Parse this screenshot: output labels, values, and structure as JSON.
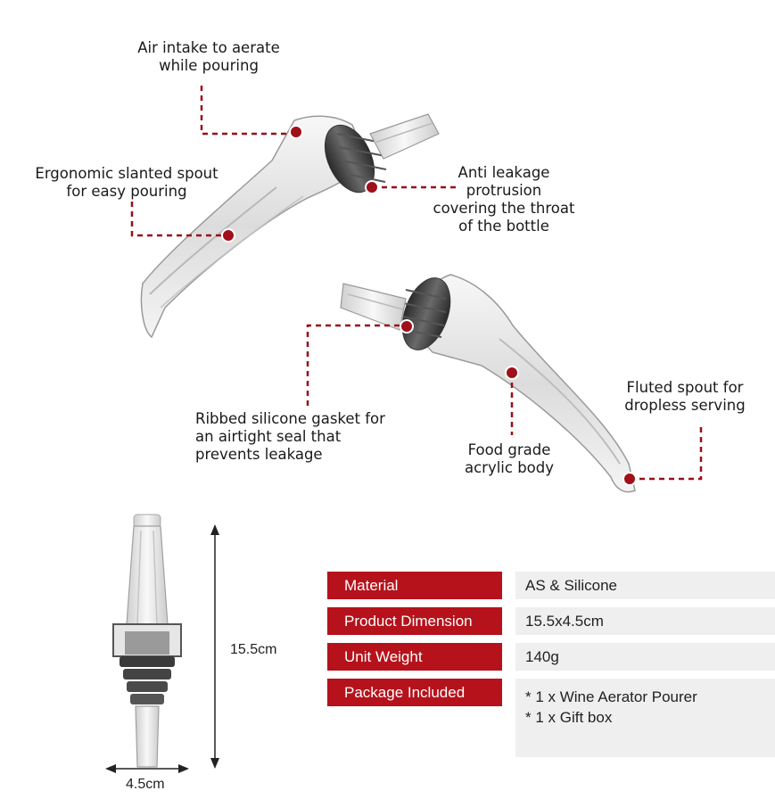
{
  "callouts": {
    "air_intake": "Air intake to aerate\nwhile pouring",
    "ergonomic": "Ergonomic slanted spout\nfor easy pouring",
    "anti_leakage": "Anti leakage\nprotrusion\ncovering the throat\nof the bottle",
    "ribbed": "Ribbed silicone gasket for\nan airtight seal that\nprevents leakage",
    "food_grade": "Food grade\nacrylic body",
    "fluted": "Fluted spout for\ndropless serving"
  },
  "dimensions": {
    "height": "15.5cm",
    "width": "4.5cm"
  },
  "specs": [
    {
      "label": "Material",
      "value": "AS & Silicone"
    },
    {
      "label": "Product Dimension",
      "value": "15.5x4.5cm"
    },
    {
      "label": "Unit Weight",
      "value": "140g"
    },
    {
      "label": "Package Included",
      "value": "* 1 x Wine Aerator Pourer\n* 1 x Gift box"
    }
  ],
  "colors": {
    "accent": "#b5121b",
    "marker": "#a0101a",
    "value_bg": "#efefef"
  }
}
